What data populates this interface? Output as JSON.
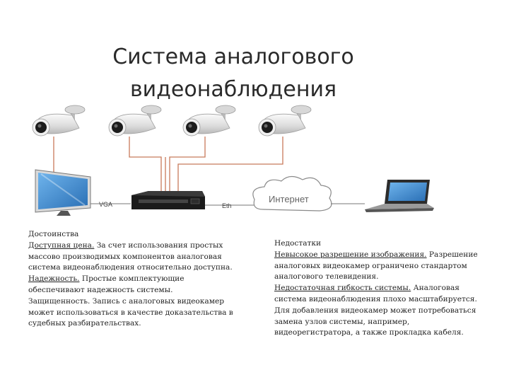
{
  "title": {
    "line1": "Система аналогового",
    "line2": "видеонаблюдения"
  },
  "diagram": {
    "vga_label": "VGA",
    "eth_label": "Eth",
    "internet_label": "Интернет",
    "colors": {
      "camera_body": "#e8e8e8",
      "cable": "#c87a5a",
      "dvr": "#1b1b1b",
      "screen": "#3d8fd6"
    }
  },
  "advantages": {
    "heading": "Достоинства",
    "item1_title": "Доступная цена.",
    "item1_rest": " За счет использования простых",
    "item1_l2": "массово производимых компонентов аналоговая",
    "item1_l3": "система видеонаблюдения относительно доступна.",
    "item2_title": "Надежность.",
    "item2_rest": " Простые комплектующие",
    "item2_l2": "обеспечивают надежность системы.",
    "item3_l1": "Защищенность. Запись с аналоговых видеокамер",
    "item3_l2": "может использоваться в качестве доказательства в",
    "item3_l3": "судебных разбирательствах."
  },
  "disadvantages": {
    "heading": "Недостатки",
    "item1_title": "Невысокое разрешение изображения.",
    "item1_rest": " Разрешение",
    "item1_l2": "аналоговых видеокамер ограничено стандартом",
    "item1_l3": "аналогового телевидения.",
    "item2_title": "Недостаточная гибкость системы.",
    "item2_rest": " Аналоговая",
    "item2_l2": "система видеонаблюдения плохо масштабируется.",
    "item2_l3": "Для добавления видеокамер может потребоваться",
    "item2_l4": "замена узлов системы, например,",
    "item2_l5": "видеорегистратора, а также прокладка кабеля."
  }
}
